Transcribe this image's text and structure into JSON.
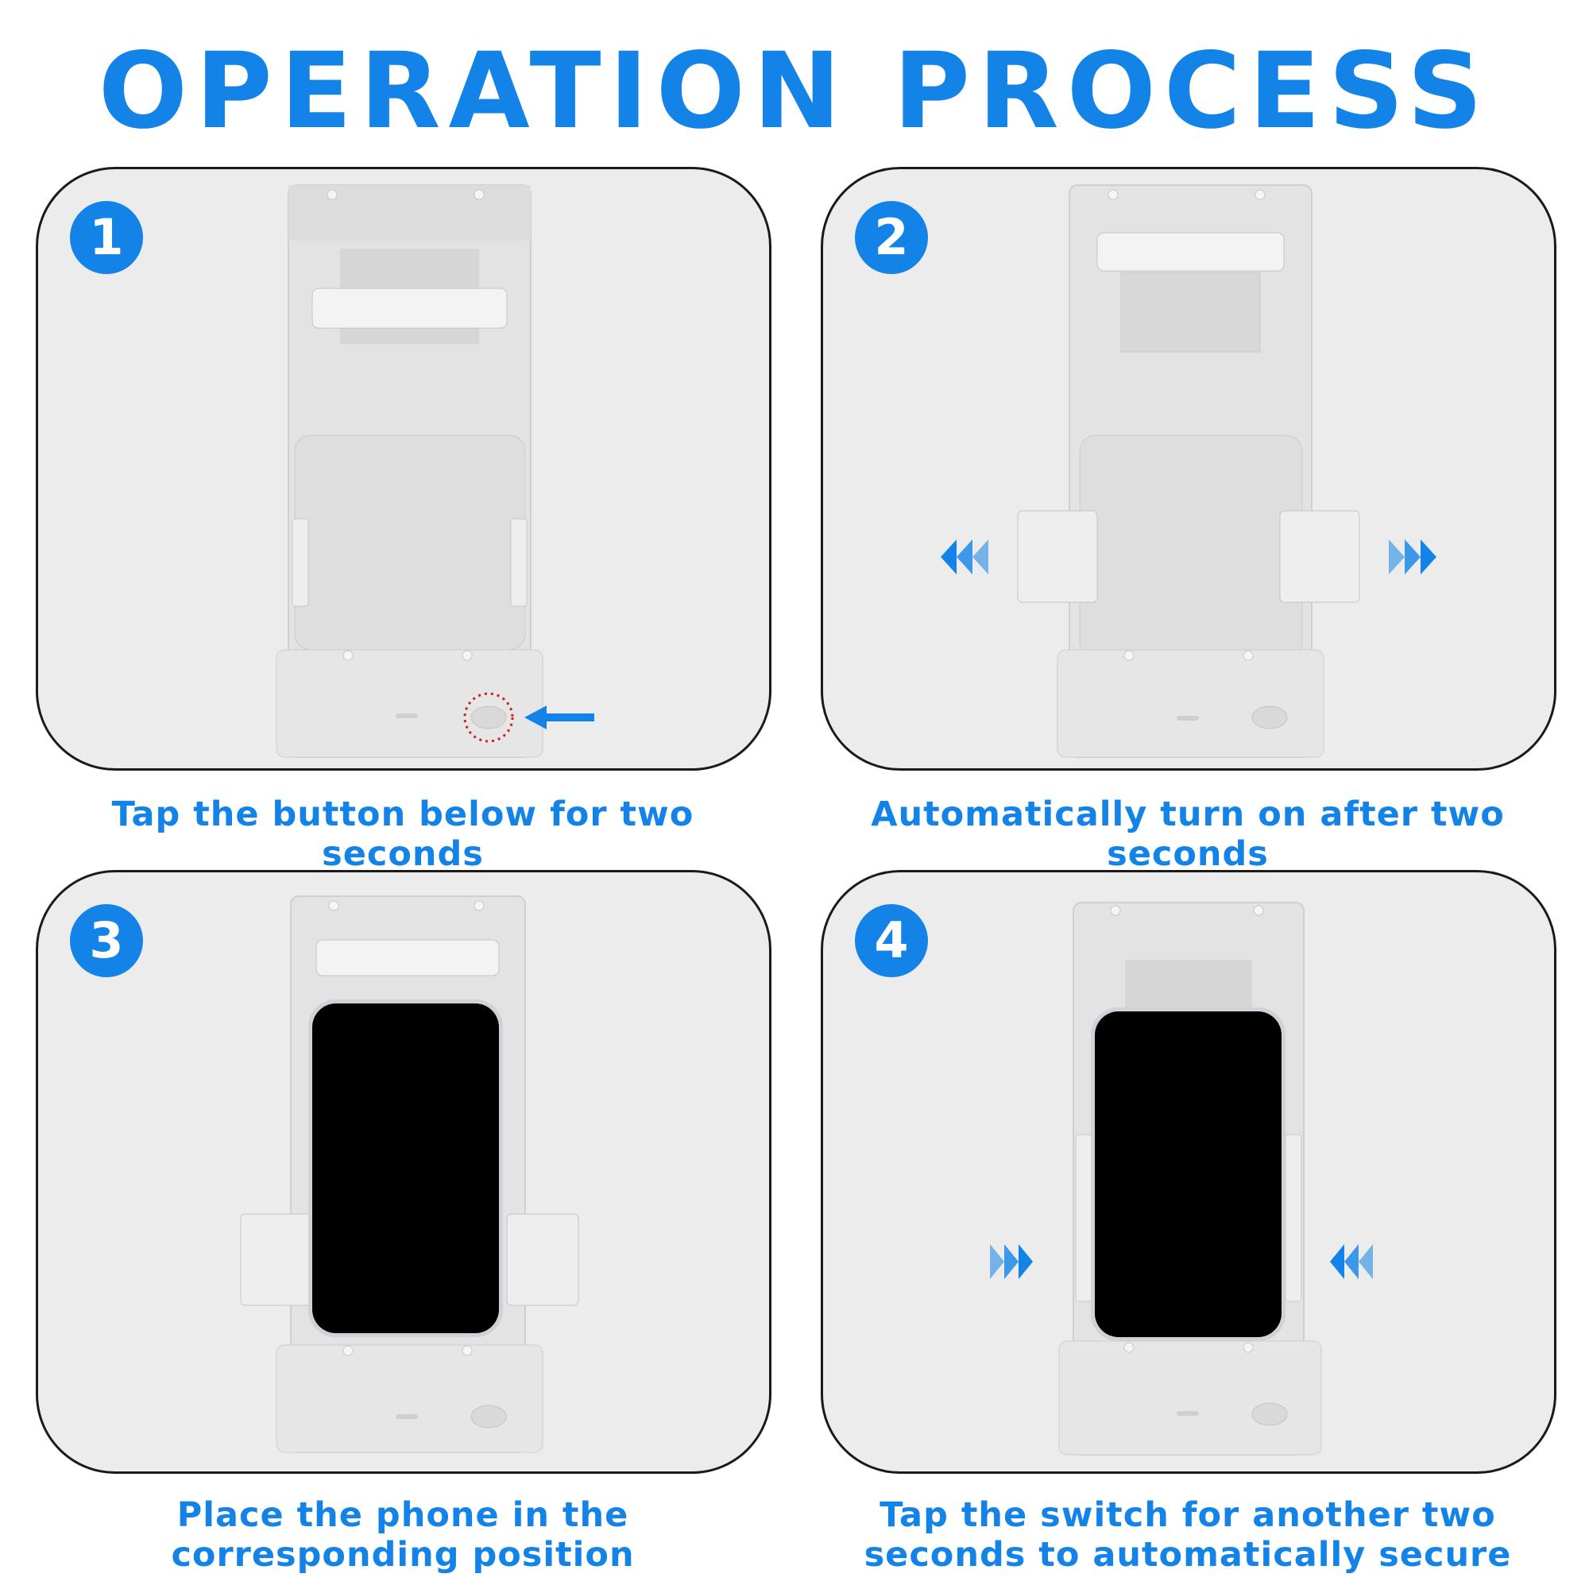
{
  "title": "OPERATION PROCESS",
  "steps": [
    {
      "number": "1",
      "caption": "Tap the button below for two seconds"
    },
    {
      "number": "2",
      "caption": "Automatically turn on after two seconds"
    },
    {
      "number": "3",
      "caption": "Place the phone in the corresponding position"
    },
    {
      "number": "4",
      "caption": "Tap the switch for another two seconds to automatically secure"
    }
  ],
  "colors": {
    "accent": "#1383e8",
    "panel_bg": "#ececec",
    "device": "#e2e2e2",
    "phone": "#000000",
    "highlight": "#d32020"
  },
  "icons": [
    "arrow-left-icon",
    "triple-chevron-left-icon",
    "triple-chevron-right-icon",
    "dotted-circle-highlight"
  ]
}
